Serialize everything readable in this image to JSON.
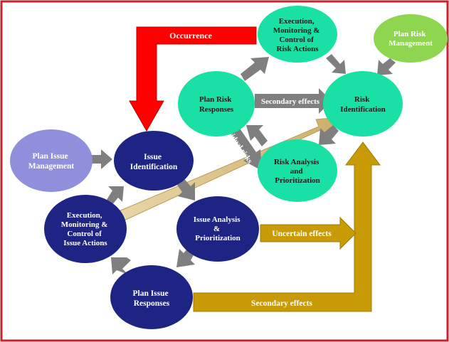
{
  "colors": {
    "frame": "#c0262c",
    "issue_node": "#1e2483",
    "issue_node_light": "#8f8fdc",
    "risk_node": "#19e0a4",
    "risk_node_light": "#8fd650",
    "gray_arrow": "#7f7f7f",
    "occurrence_arrow": "#ff0000",
    "gold_arrow": "#c89a06",
    "tan_arrow": "#dcc38c",
    "white_text": "#ffffff",
    "dark_text": "#1a1a1a"
  },
  "issue_cycle": {
    "plan_issue_management": [
      "Plan Issue",
      "Management"
    ],
    "issue_identification": [
      "Issue",
      "Identification"
    ],
    "issue_analysis": [
      "Issue Analysis",
      "&",
      "Prioritization"
    ],
    "plan_issue_responses": [
      "Plan  Issue",
      "Responses"
    ],
    "execution_issue": [
      "Execution,",
      "Monitoring &",
      "Control of",
      "Issue Actions"
    ]
  },
  "risk_cycle": {
    "plan_risk_management": [
      "Plan Risk",
      "Management"
    ],
    "execution_risk": [
      "Execution,",
      "Monitoring &",
      "Control of",
      "Risk Actions"
    ],
    "plan_risk_responses": [
      "Plan Risk",
      "Responses"
    ],
    "risk_identification": [
      "Risk",
      "Identification"
    ],
    "risk_analysis": [
      "Risk Analysis",
      "and",
      "Prioritization"
    ]
  },
  "arrow_labels": {
    "occurrence": "Occurrence",
    "secondary_effects_risk": "Secondary effects",
    "residual_risks": "Residual risks",
    "uncertain_effects": "Uncertain effects",
    "secondary_effects_issue": "Secondary effects"
  }
}
